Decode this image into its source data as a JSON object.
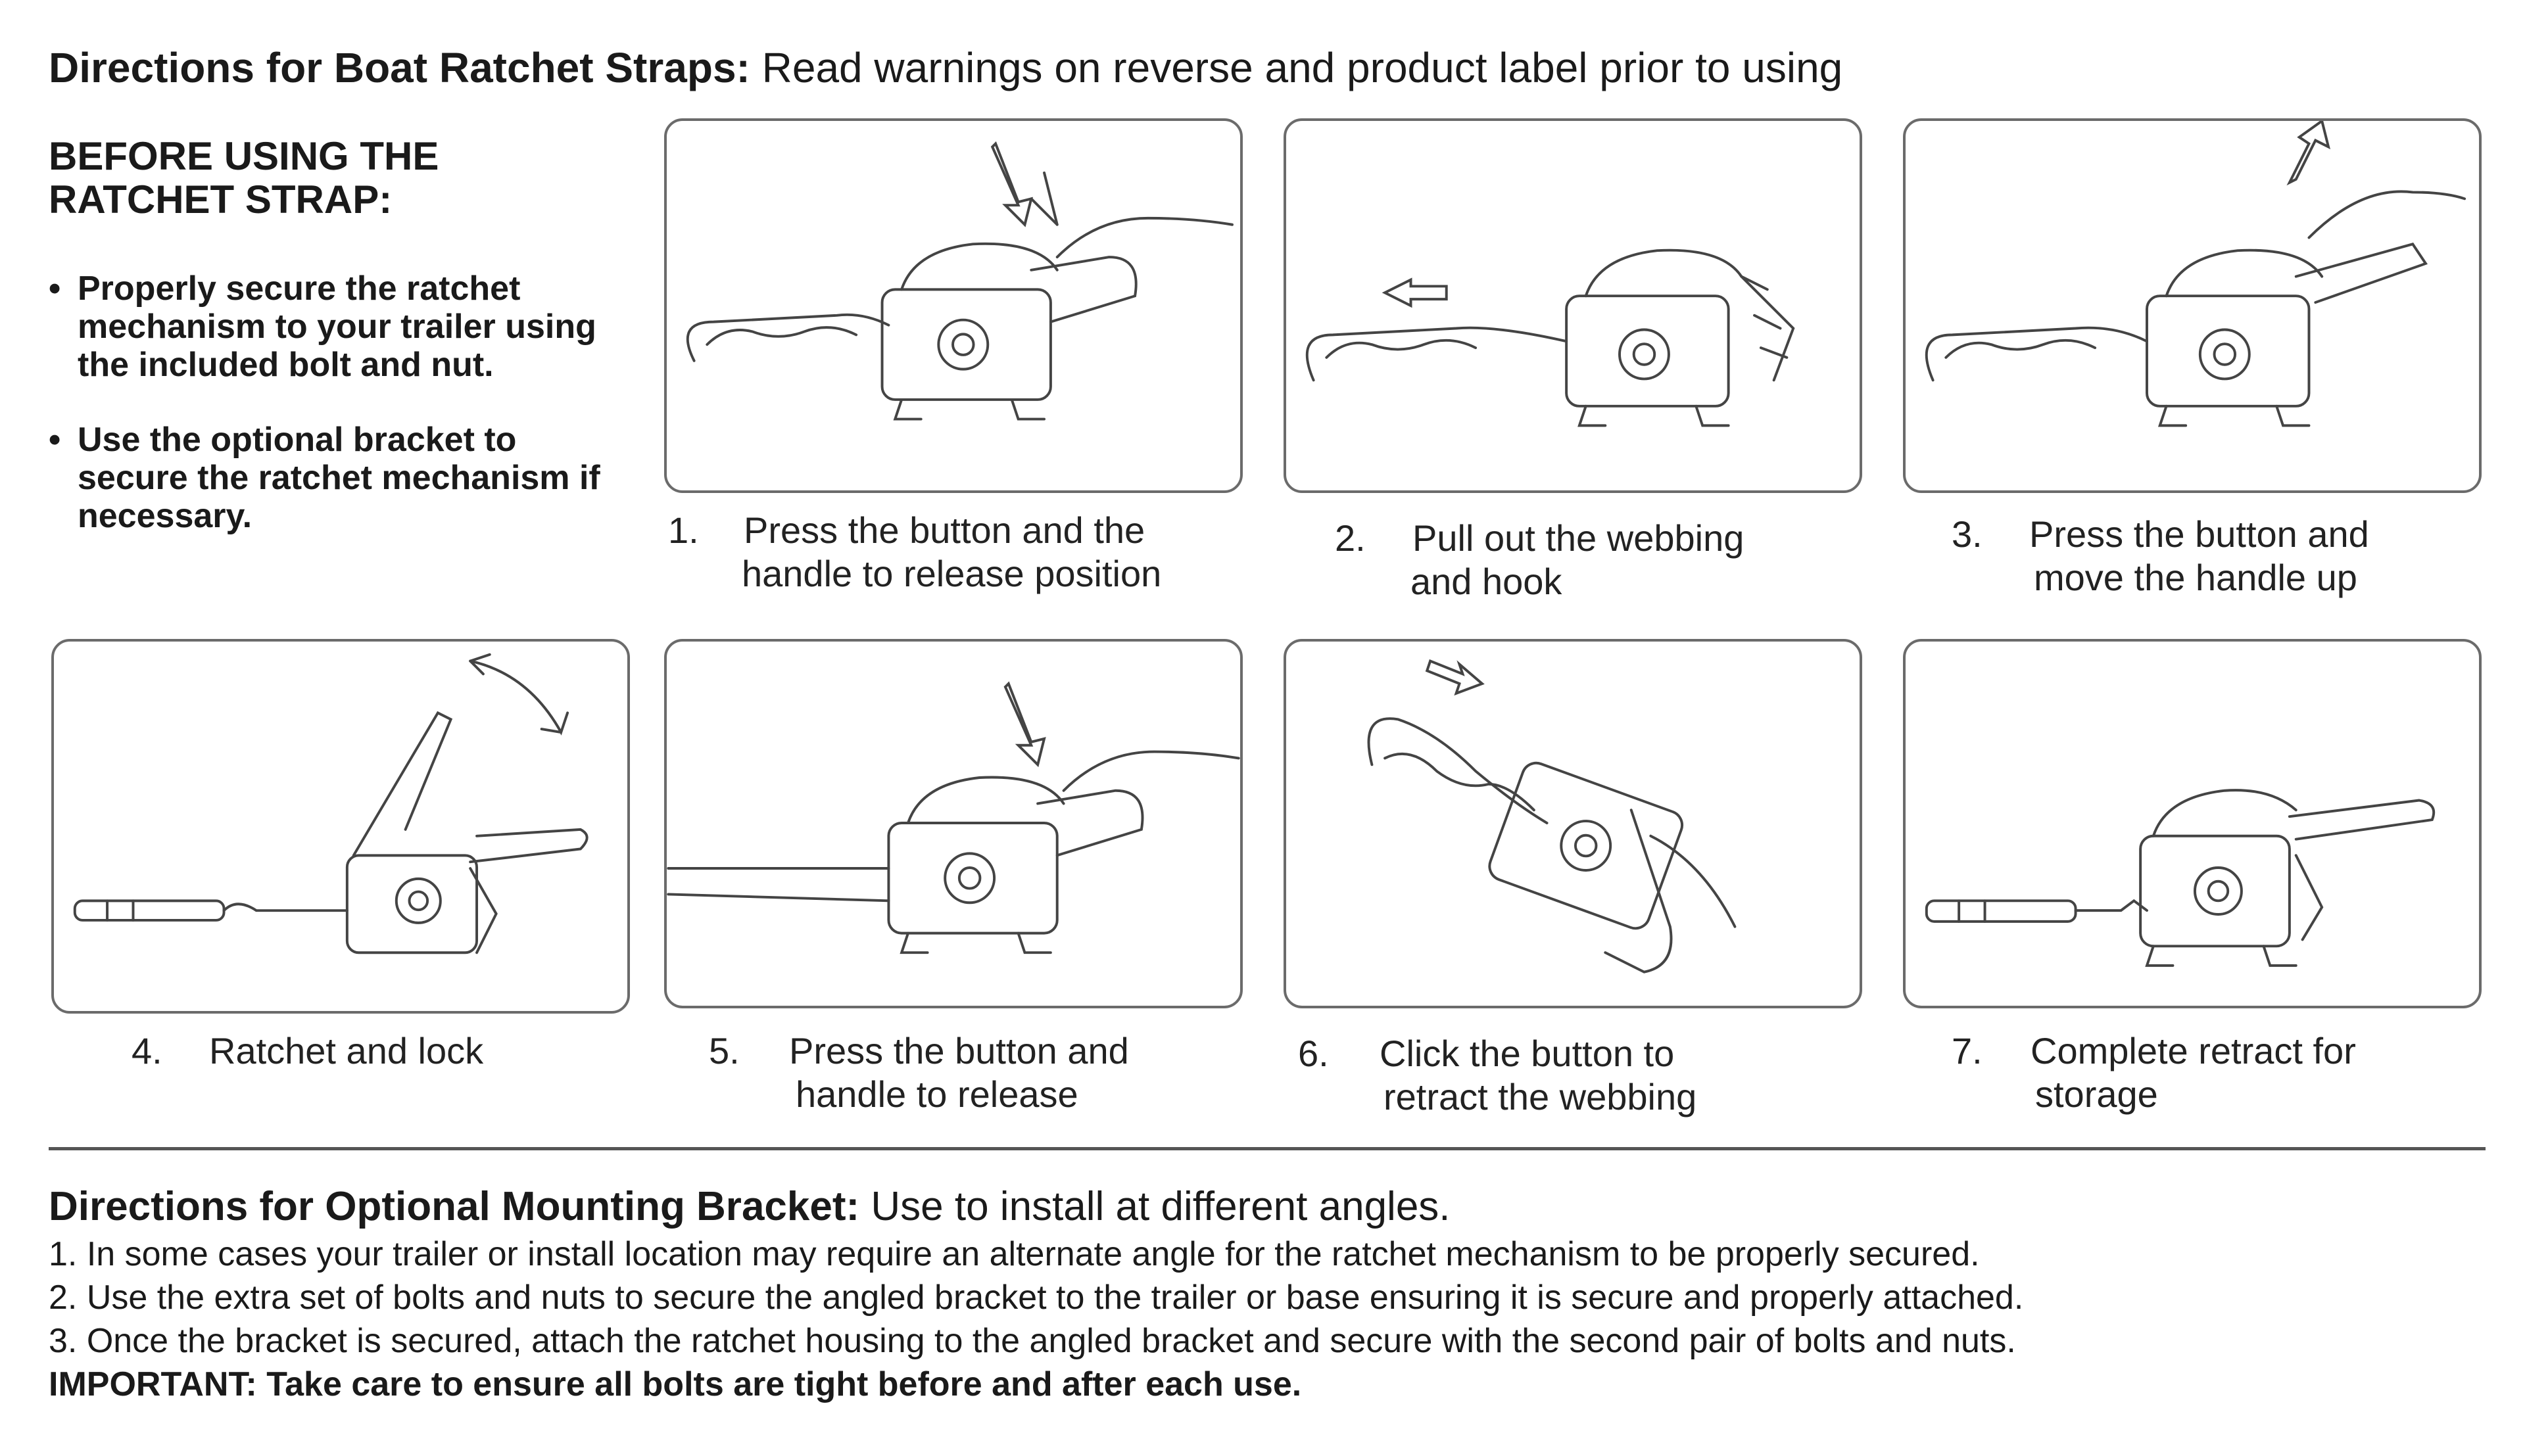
{
  "header": {
    "title_bold": "Directions for Boat Ratchet Straps:",
    "title_rest": " Read warnings on reverse and product label prior to using"
  },
  "before": {
    "title_line1": "BEFORE USING THE",
    "title_line2": "RATCHET STRAP:",
    "bullets": [
      "Properly secure the ratchet mechanism to your trailer using the included bolt and nut.",
      "Use the optional bracket to secure the ratchet mechanism if necessary."
    ]
  },
  "steps": [
    {
      "num": "1.",
      "line1": "Press the button and the",
      "line2": "handle to release position"
    },
    {
      "num": "2.",
      "line1": "Pull out the webbing",
      "line2": "and hook"
    },
    {
      "num": "3.",
      "line1": "Press the button and",
      "line2": "move the handle up"
    },
    {
      "num": "4.",
      "line1": "Ratchet and lock",
      "line2": ""
    },
    {
      "num": "5.",
      "line1": "Press the button and",
      "line2": "handle to release"
    },
    {
      "num": "6.",
      "line1": "Click the button to",
      "line2": "retract the webbing"
    },
    {
      "num": "7.",
      "line1": "Complete retract for",
      "line2": "storage"
    }
  ],
  "bracket": {
    "title_bold": "Directions for Optional Mounting Bracket:",
    "title_rest": " Use to install at different angles.",
    "items": [
      "1. In some cases your trailer or install location may require an alternate angle for the ratchet mechanism to be properly secured.",
      "2. Use the extra set of bolts and nuts to secure the angled bracket to the trailer or base ensuring it is secure and properly attached.",
      "3. Once the bracket is secured, attach the ratchet housing to the angled bracket and secure with the second pair of bolts and nuts."
    ],
    "important": "IMPORTANT: Take care to ensure all bolts are tight before and after each use."
  }
}
